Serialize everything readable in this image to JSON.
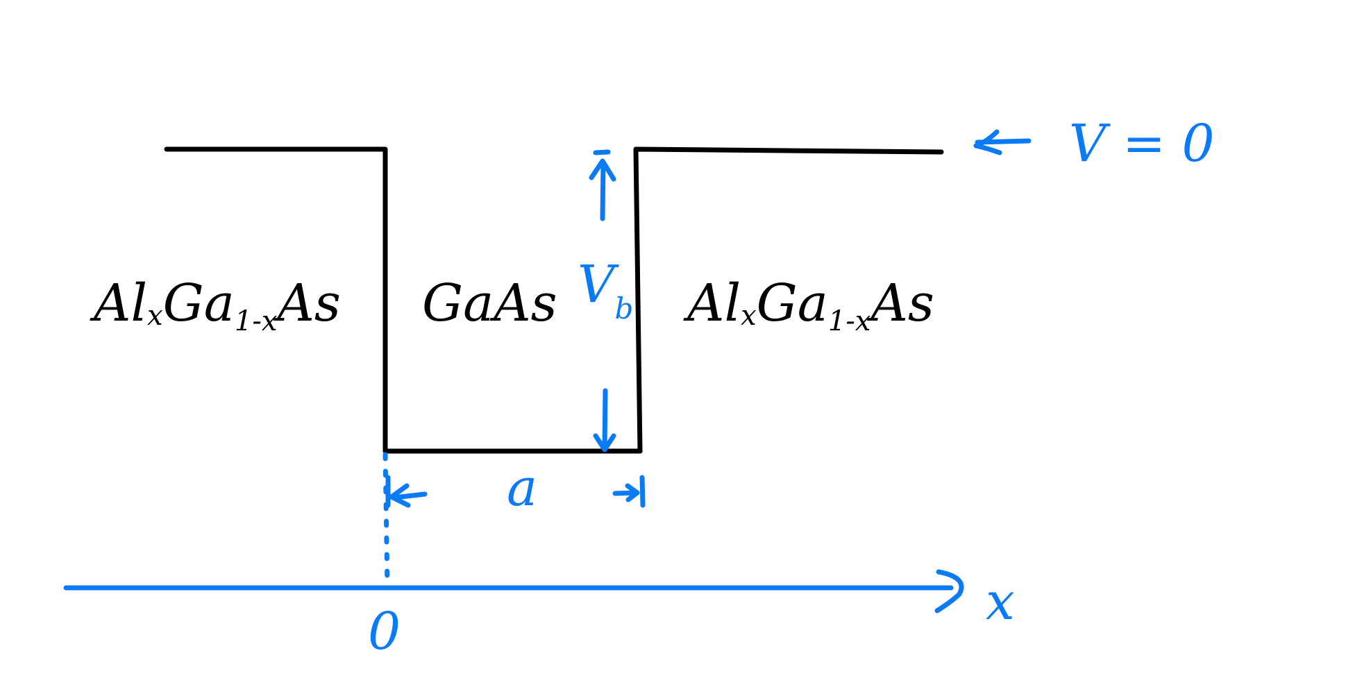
{
  "colors": {
    "potential_line": "#000000",
    "annotation": "#0a7af5",
    "background": "#ffffff"
  },
  "regions": {
    "left": {
      "base": "Al",
      "sub1": "x",
      "mid": "Ga",
      "sub2": "1-x",
      "end": "As"
    },
    "well": {
      "label": "GaAs"
    },
    "right": {
      "base": "Al",
      "sub1": "x",
      "mid": "Ga",
      "sub2": "1-x",
      "end": "As"
    }
  },
  "annotations": {
    "zero_potential": "V = 0",
    "barrier_height_main": "V",
    "barrier_height_sub": "b",
    "well_width": "a",
    "origin": "0",
    "axis_variable": "x"
  }
}
